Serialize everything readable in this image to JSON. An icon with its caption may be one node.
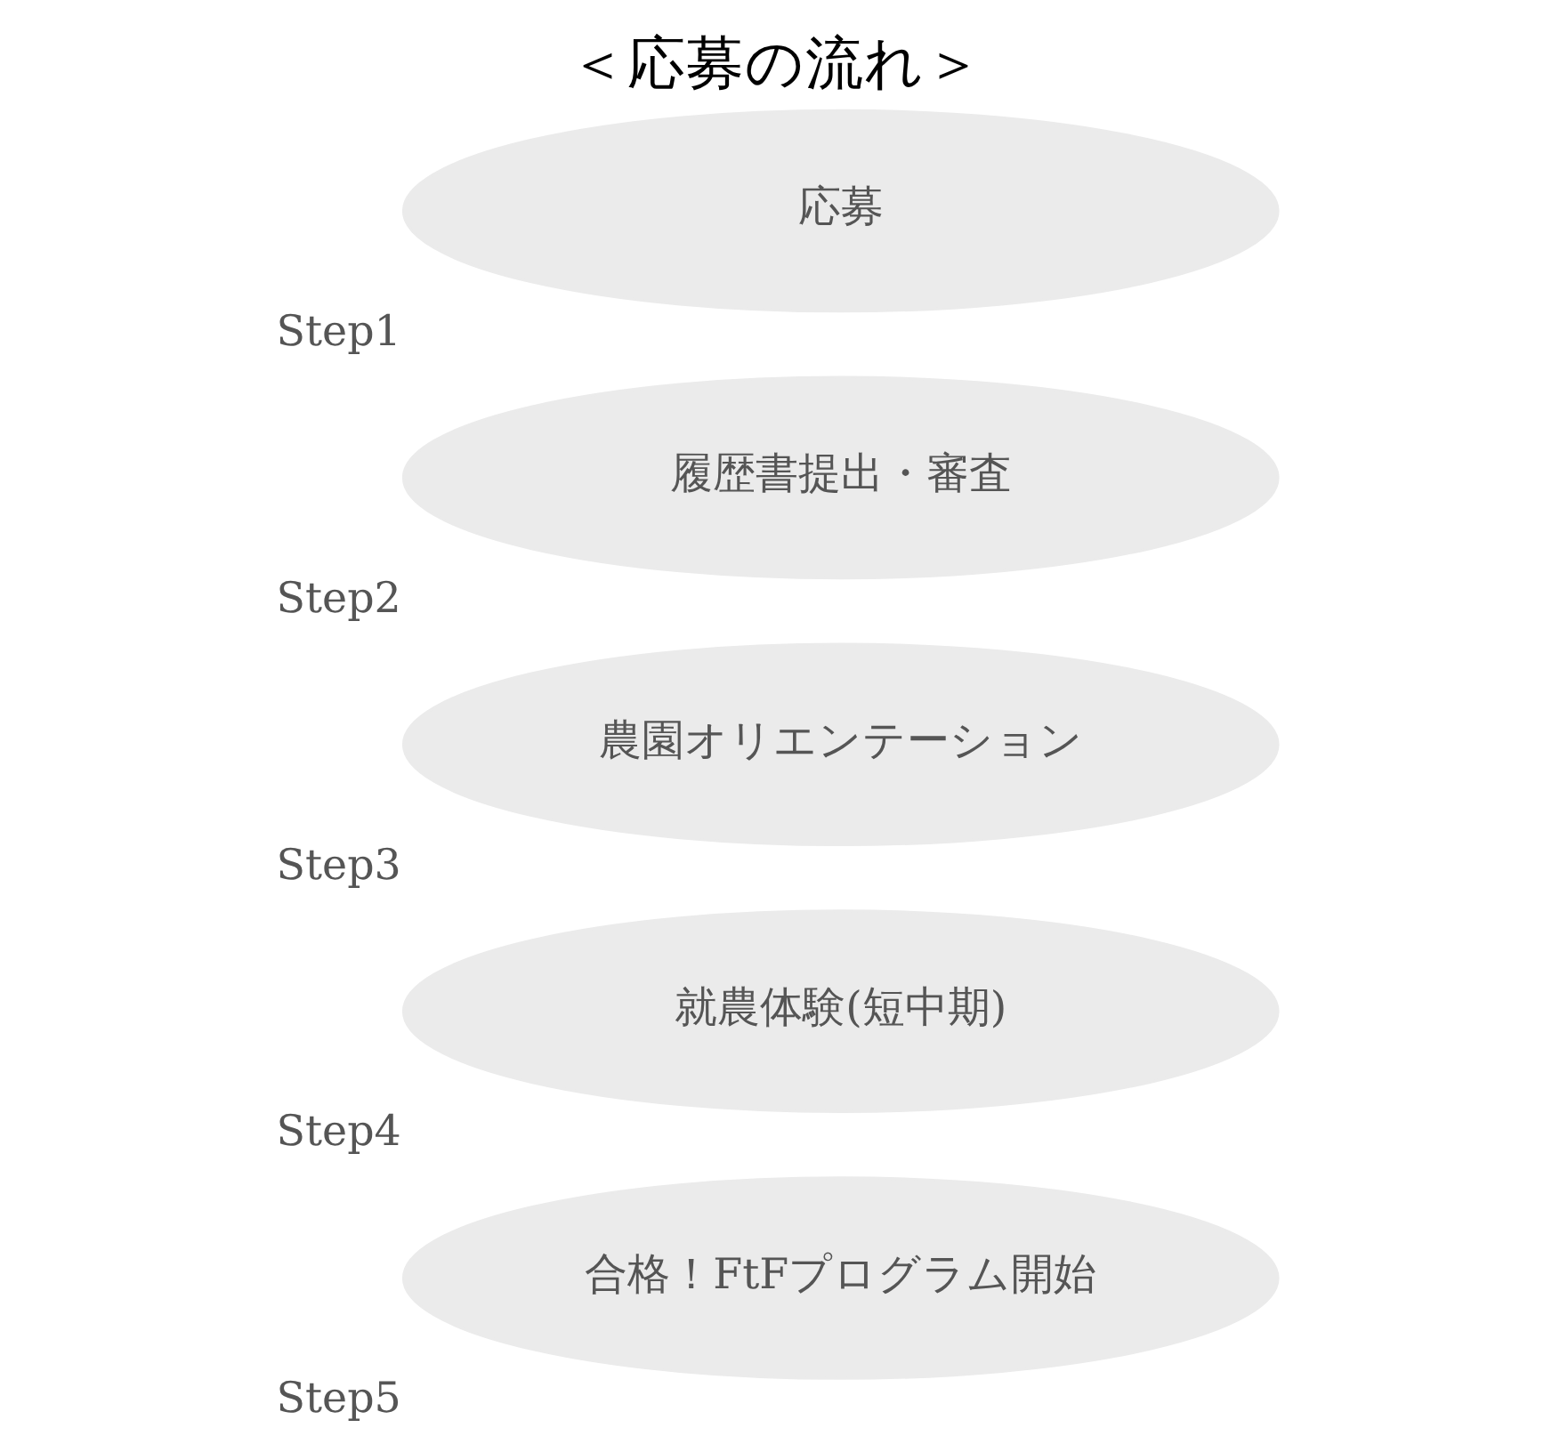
{
  "diagram": {
    "title": "＜応募の流れ＞",
    "nodes": [
      {
        "text": [
          "応募"
        ],
        "beside": [
          "Step1"
        ]
      },
      {
        "text": [
          "履歴書提出・審査"
        ],
        "beside": [
          "Step2"
        ]
      },
      {
        "text": [
          "農園オリエンテーション"
        ],
        "beside": [
          "Step3"
        ]
      },
      {
        "text": [
          "就農体験(短中期)"
        ],
        "beside": [
          "Step4"
        ]
      },
      {
        "text": [
          "合格！FtFプログラム開始"
        ],
        "beside": [
          "Step5"
        ]
      }
    ],
    "edges": []
  }
}
